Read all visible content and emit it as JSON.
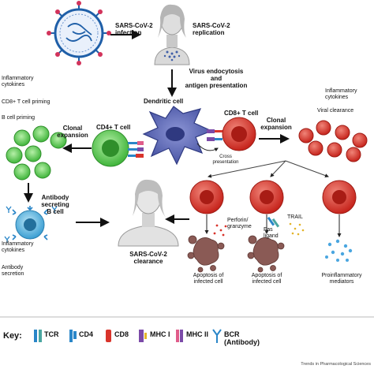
{
  "labels": {
    "infection": "SARS-CoV-2\ninfection",
    "replication": "SARS-CoV-2\nreplication",
    "endocytosis": "Virus endocytosis\nand\nantigen presentation",
    "dendritic": "Dendritic cell",
    "cd4": "CD4+ T cell",
    "cd8": "CD8+ T cell",
    "clonal_left": "Clonal\nexpansion",
    "clonal_right": "Clonal\nexpansion",
    "cross": "Cross\npresentation",
    "infl_left": "Inflammatory\ncytokines",
    "cd8_priming": "CD8+ T cell priming",
    "b_priming": "B cell priming",
    "infl_right": "Inflammatory\ncytokines",
    "viral_clearance": "Viral clearance",
    "antibody_secreting": "Antibody\nsecreting\nB cell",
    "infl_bottom": "Inflammatory\ncytokines",
    "antibody_secretion": "Antibody\nsecretion",
    "clearance": "SARS-CoV-2\nclearance",
    "perforin": "Perforin/\ngranzyme",
    "fas": "Fas\nligand",
    "trail": "TRAIL",
    "apoptosis1": "Apoptosis of\ninfected cell",
    "apoptosis2": "Apoptosis of\ninfected cell",
    "proinflammatory": "Proinflammatory\nmediators"
  },
  "key": {
    "title": "Key:",
    "items": [
      "TCR",
      "CD4",
      "CD8",
      "MHC I",
      "MHC II",
      "BCR\n(Antibody)"
    ]
  },
  "watermark": "Trends in Pharmacological Sciences",
  "colors": {
    "virus": "#1f5fa8",
    "virus_spike": "#d2335b",
    "cd4_cell": "#59c757",
    "cd8_cell": "#d9342b",
    "dendritic": "#5a67b8",
    "b_cell": "#41a6d8",
    "apoptotic": "#8a5a55"
  }
}
